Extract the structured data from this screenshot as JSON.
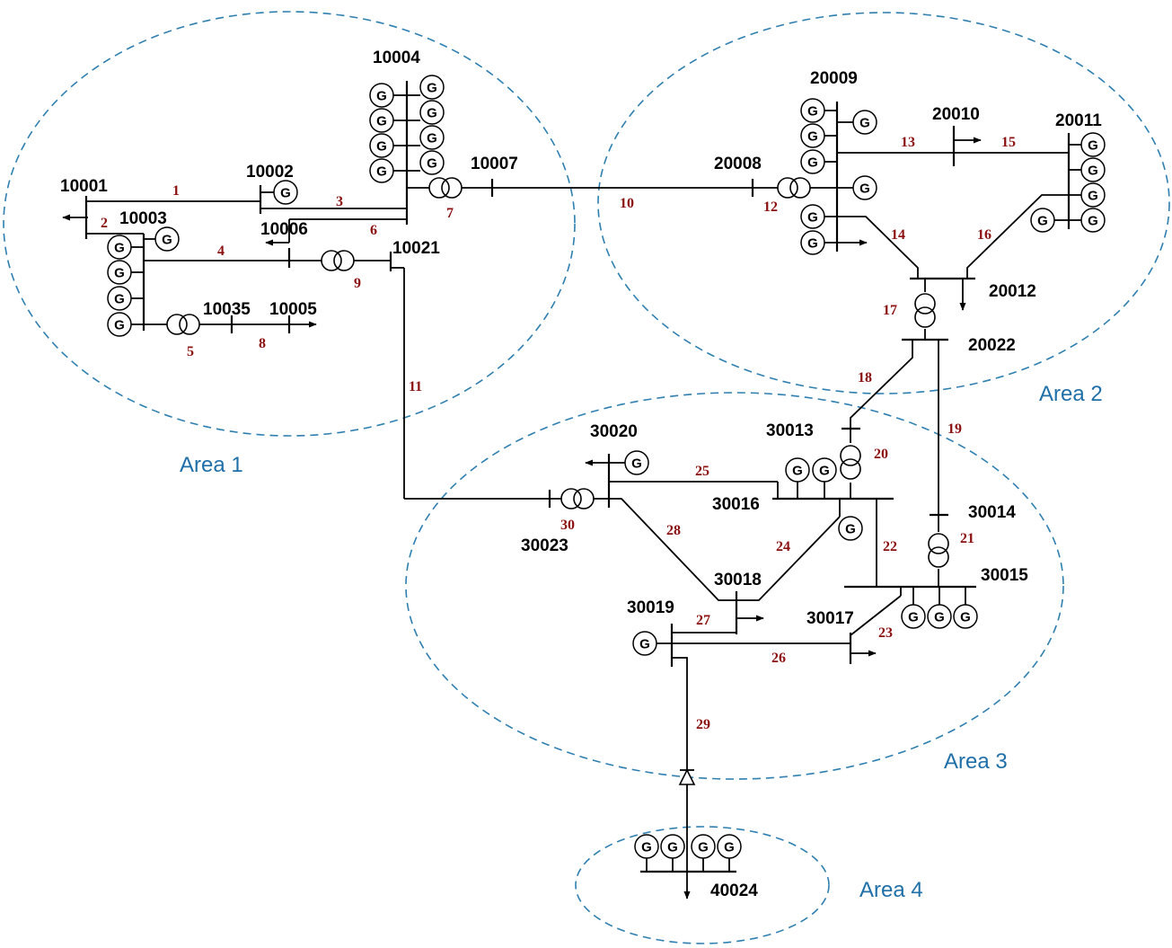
{
  "areas": [
    "Area 1",
    "Area 2",
    "Area 3",
    "Area 4"
  ],
  "buses": [
    "10001",
    "10002",
    "10003",
    "10004",
    "10005",
    "10006",
    "10007",
    "10021",
    "10035",
    "20008",
    "20009",
    "20010",
    "20011",
    "20012",
    "20022",
    "30013",
    "30014",
    "30015",
    "30016",
    "30017",
    "30018",
    "30019",
    "30020",
    "30023",
    "40024"
  ],
  "branches": [
    "1",
    "2",
    "3",
    "4",
    "5",
    "6",
    "7",
    "8",
    "9",
    "10",
    "11",
    "12",
    "13",
    "14",
    "15",
    "16",
    "17",
    "18",
    "19",
    "20",
    "21",
    "22",
    "23",
    "24",
    "25",
    "26",
    "27",
    "28",
    "29",
    "30"
  ],
  "generator_symbol": "G",
  "colors": {
    "area_line": "#2e7fb0",
    "area_text": "#1f6fa8",
    "branch_text": "#8b1010"
  }
}
